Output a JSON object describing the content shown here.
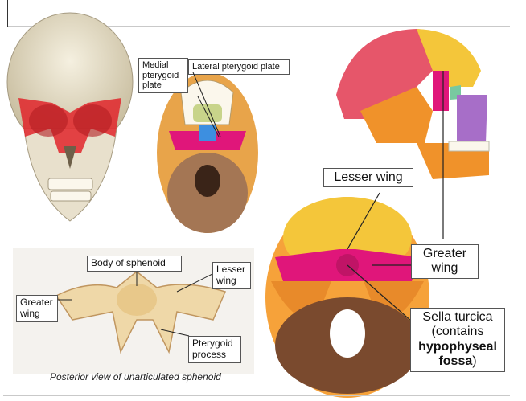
{
  "labels": {
    "medial_pterygoid": [
      "Medial",
      "pterygoid",
      "plate"
    ],
    "lateral_pterygoid": "Lateral pterygoid plate",
    "lesser_wing_top": "Lesser wing",
    "greater_wing_right": [
      "Greater",
      "wing"
    ],
    "sella_turcica": {
      "line1": "Sella turcica",
      "line2": "(contains",
      "line3_bold": "hypophyseal",
      "line4_bold": "fossa",
      "line4_tail": ")"
    },
    "body_of_sphenoid": "Body of sphenoid",
    "lesser_wing_left": [
      "Lesser",
      "wing"
    ],
    "greater_wing_left": [
      "Greater",
      "wing"
    ],
    "pterygoid_process": [
      "Pterygoid",
      "process"
    ]
  },
  "caption": "Posterior view of unarticulated sphenoid",
  "colors": {
    "sphenoid_red": "#e0242a",
    "sphenoid_magenta": "#e0167a",
    "frontal_yellow": "#f4c63a",
    "parietal_pink": "#e6566a",
    "temporal_orange": "#f0922a",
    "occipital_brown": "#8a5a3c",
    "maxilla_purple": "#a76ec8",
    "ethmoid_green": "#78c8a0",
    "nasal_blue": "#3d8fe0",
    "bone_ivory": "#efe3c4",
    "cranial_outer": "#f6a23a",
    "fossa_brown": "#7a4a2e"
  }
}
